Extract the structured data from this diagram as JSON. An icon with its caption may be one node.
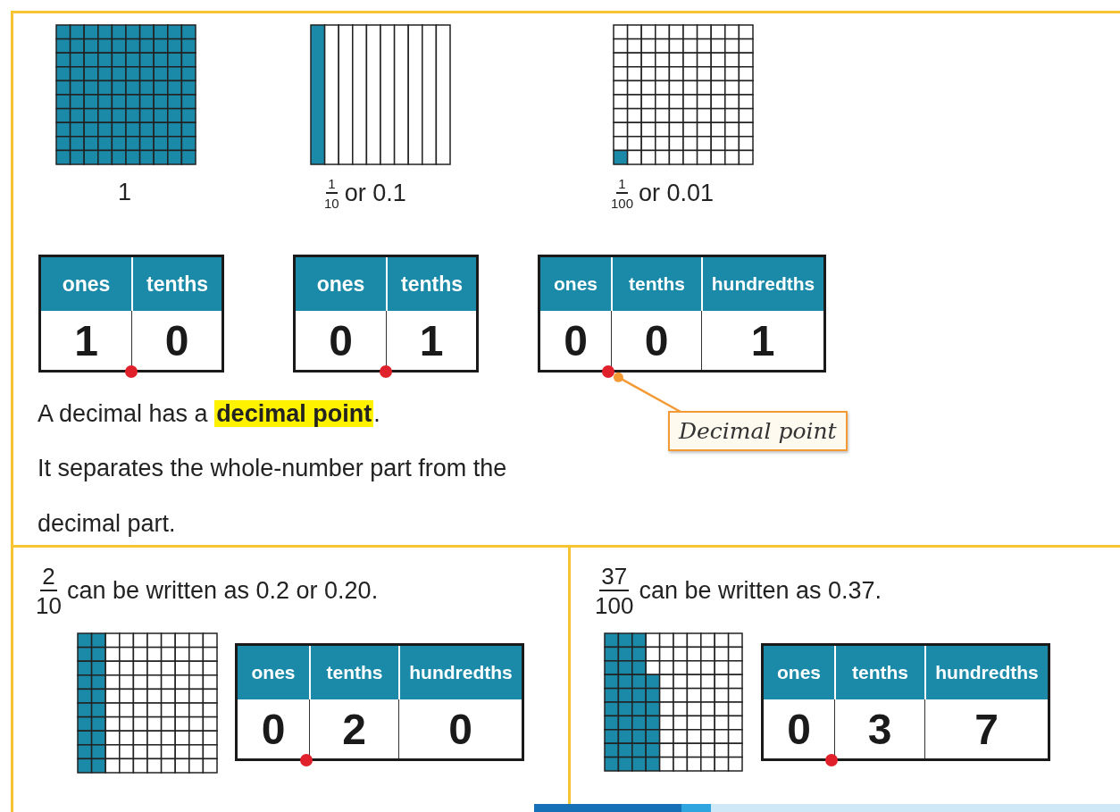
{
  "diagram": {
    "nodes": [
      {
        "text": [],
        "shape": "circle"
      },
      {
        "text": [],
        "shape": "circle"
      },
      {
        "text": [],
        "shape": "circle"
      },
      {
        "text": [
          "Decimal point"
        ]
      },
      {
        "text": [],
        "shape": "circle"
      },
      {
        "text": [],
        "shape": "circle"
      }
    ],
    "edges": [
      {
        "from": 3,
        "to": 2,
        "arrow": "other"
      }
    ],
    "labels": [
      "1",
      "1",
      "10",
      "or 0.1",
      "1",
      "100",
      "or 0.01",
      "ones",
      "tenths",
      "1",
      "0",
      "ones",
      "tenths",
      "0",
      "1",
      "ones",
      "tenths",
      "hundredths",
      "0",
      "0",
      "1",
      "A decimal has a **decimal point**.",
      "It separates the whole-number part from the decimal part.",
      "2",
      "10",
      "can be written as 0.2 or 0.20.",
      "ones",
      "tenths",
      "hundredths",
      "0",
      "2",
      "0",
      "37",
      "100",
      "can be written as 0.37.",
      "ones",
      "tenths",
      "hundredths",
      "0",
      "3",
      "7"
    ]
  }
}
